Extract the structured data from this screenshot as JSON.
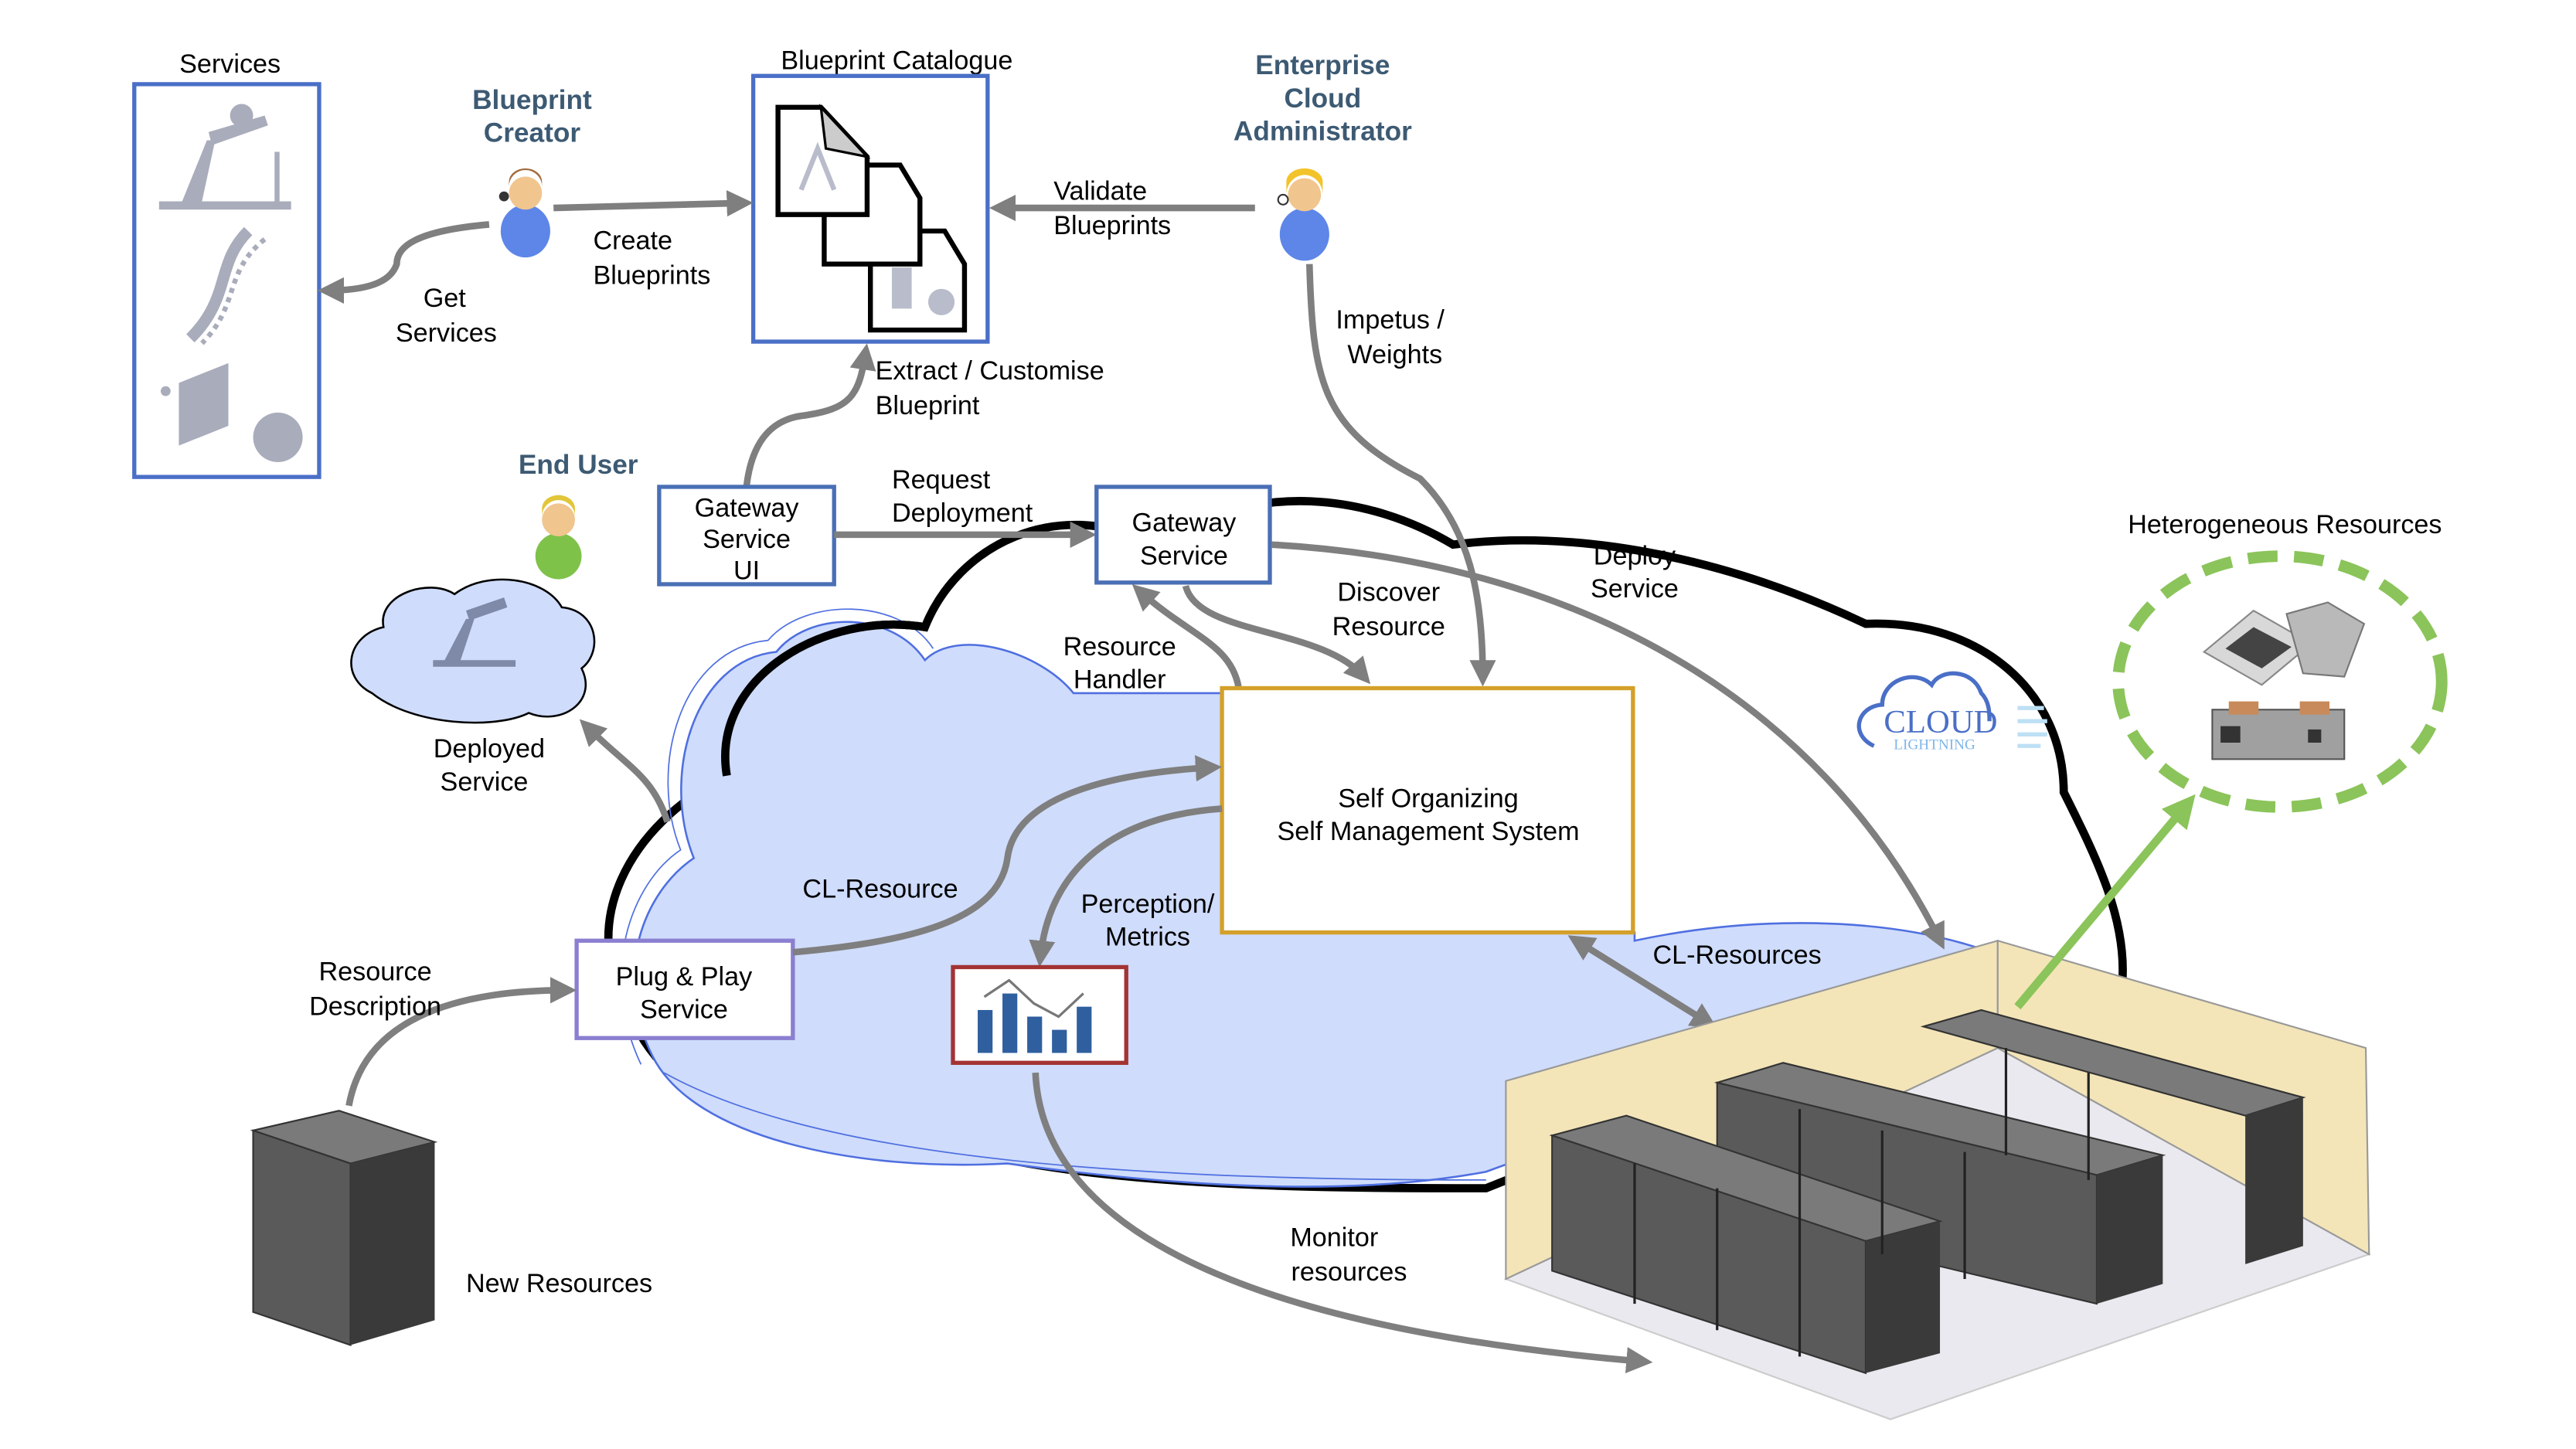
{
  "services": {
    "title": "Services"
  },
  "blueprint_creator": {
    "line1": "Blueprint",
    "line2": "Creator"
  },
  "blueprint_catalogue": {
    "title": "Blueprint Catalogue"
  },
  "enterprise_admin": {
    "line1": "Enterprise",
    "line2": "Cloud",
    "line3": "Administrator"
  },
  "end_user": {
    "label": "End User"
  },
  "labels": {
    "create_blueprints": [
      "Create",
      "Blueprints"
    ],
    "get_services": [
      "Get",
      "Services"
    ],
    "validate_blueprints": [
      "Validate",
      "Blueprints"
    ],
    "impetus_weights": [
      "Impetus /",
      "Weights"
    ],
    "extract_customise": [
      "Extract / Customise",
      "Blueprint"
    ],
    "request_deployment": [
      "Request",
      "Deployment"
    ],
    "resource_handler": [
      "Resource",
      "Handler"
    ],
    "discover_resource": [
      "Discover",
      "Resource"
    ],
    "deploy_service": [
      "Deploy",
      "Service"
    ],
    "deployed_service": [
      "Deployed",
      "Service"
    ],
    "cl_resource": "CL-Resource",
    "perception_metrics": [
      "Perception/",
      "Metrics"
    ],
    "cl_resources": "CL-Resources",
    "resource_description": [
      "Resource",
      "Description"
    ],
    "new_resources": "New Resources",
    "monitor_resources": [
      "Monitor",
      "resources"
    ],
    "heterogeneous_resources": "Heterogeneous Resources"
  },
  "boxes": {
    "gateway_service_ui": [
      "Gateway",
      "Service",
      "UI"
    ],
    "gateway_service": [
      "Gateway",
      "Service"
    ],
    "sosm": [
      "Self Organizing",
      "Self Management System"
    ],
    "plug_play": [
      "Plug & Play",
      "Service"
    ]
  },
  "logo": {
    "line1": "CLOUD",
    "line2": "LIGHTNING"
  },
  "colors": {
    "actor_text": "#3d5a73",
    "box_blue": "#4a6fb5",
    "sosm_border": "#d4a02a",
    "plug_play_border": "#8a7fd0",
    "metrics_border": "#a33333",
    "arrow_gray": "#7f7f7f",
    "heterogeneous_green": "#8bc45a",
    "cloud_fill": "#cfdcfb"
  }
}
